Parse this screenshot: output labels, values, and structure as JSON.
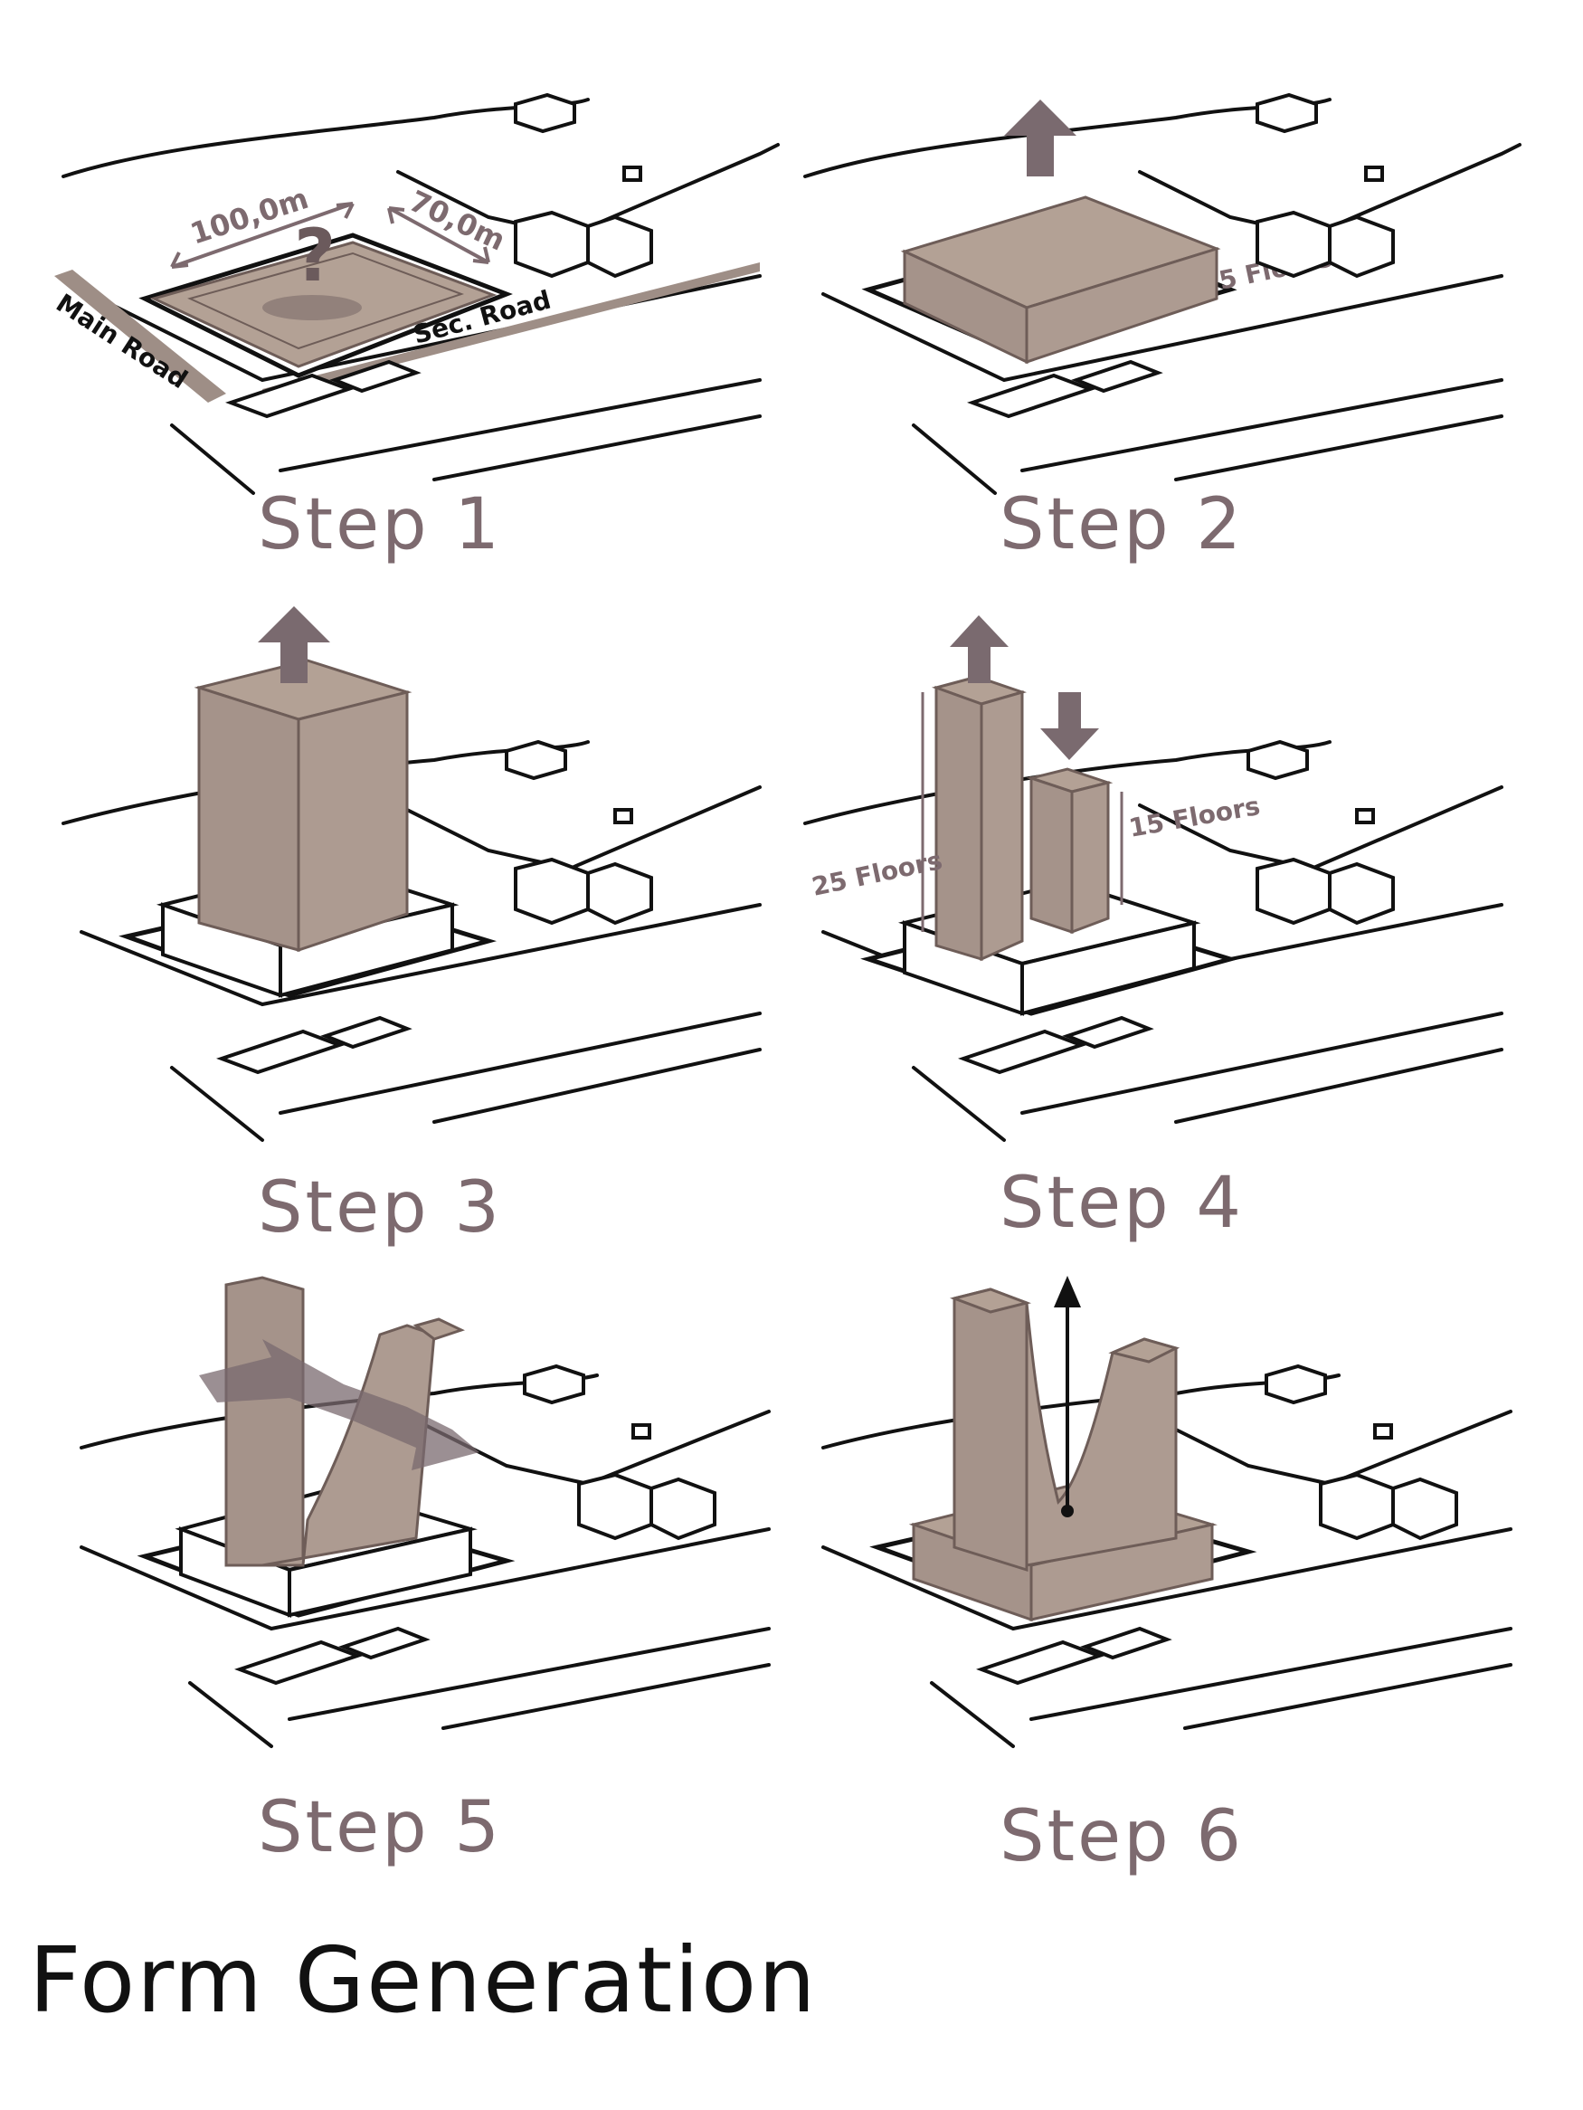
{
  "steps": [
    {
      "label": "Step 1",
      "annotations": {
        "width": "100,0m",
        "depth": "70,0m",
        "road_main": "Main Road",
        "road_sec": "Sec. Road",
        "question": "?"
      }
    },
    {
      "label": "Step 2",
      "annotations": {
        "floors": "5 Floors"
      }
    },
    {
      "label": "Step 3"
    },
    {
      "label": "Step 4",
      "annotations": {
        "tall": "25 Floors",
        "short": "15 Floors"
      }
    },
    {
      "label": "Step 5"
    },
    {
      "label": "Step 6"
    }
  ],
  "title": "Form Generation",
  "colors": {
    "mass": "#a8968a",
    "mass_dark": "#8f7d72",
    "line": "#111111",
    "label": "#7d6a6f",
    "arrow": "#7a6a6f"
  }
}
